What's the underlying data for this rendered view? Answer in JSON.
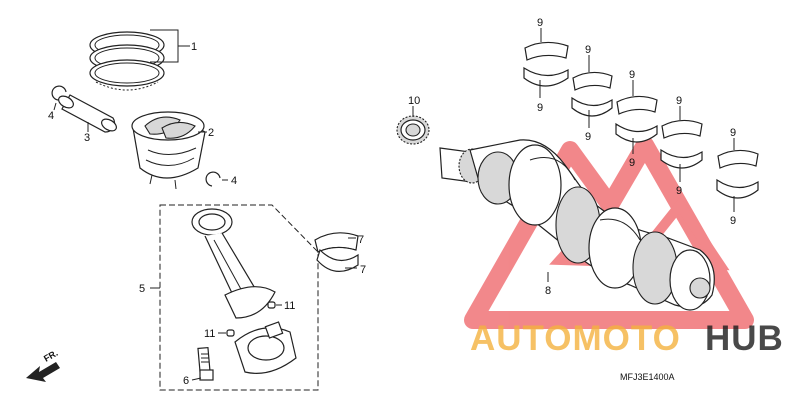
{
  "diagram": {
    "callouts": [
      {
        "id": "c1",
        "text": "1"
      },
      {
        "id": "c2",
        "text": "2"
      },
      {
        "id": "c3",
        "text": "3"
      },
      {
        "id": "c4a",
        "text": "4"
      },
      {
        "id": "c4b",
        "text": "4"
      },
      {
        "id": "c5",
        "text": "5"
      },
      {
        "id": "c6",
        "text": "6"
      },
      {
        "id": "c7a",
        "text": "7"
      },
      {
        "id": "c7b",
        "text": "7"
      },
      {
        "id": "c8",
        "text": "8"
      },
      {
        "id": "c9",
        "text": "9"
      },
      {
        "id": "c10",
        "text": "10"
      },
      {
        "id": "c11a",
        "text": "11"
      },
      {
        "id": "c11b",
        "text": "11"
      }
    ],
    "direction_label": "FR.",
    "diagram_code": "MFJ3E1400A"
  },
  "watermark": {
    "brand_part1": "AUTOMOTO",
    "brand_part2": "HUB",
    "color_primary": "#e8262b",
    "color_secondary": "#f4b23f",
    "color_dark": "#1c1c1c"
  }
}
